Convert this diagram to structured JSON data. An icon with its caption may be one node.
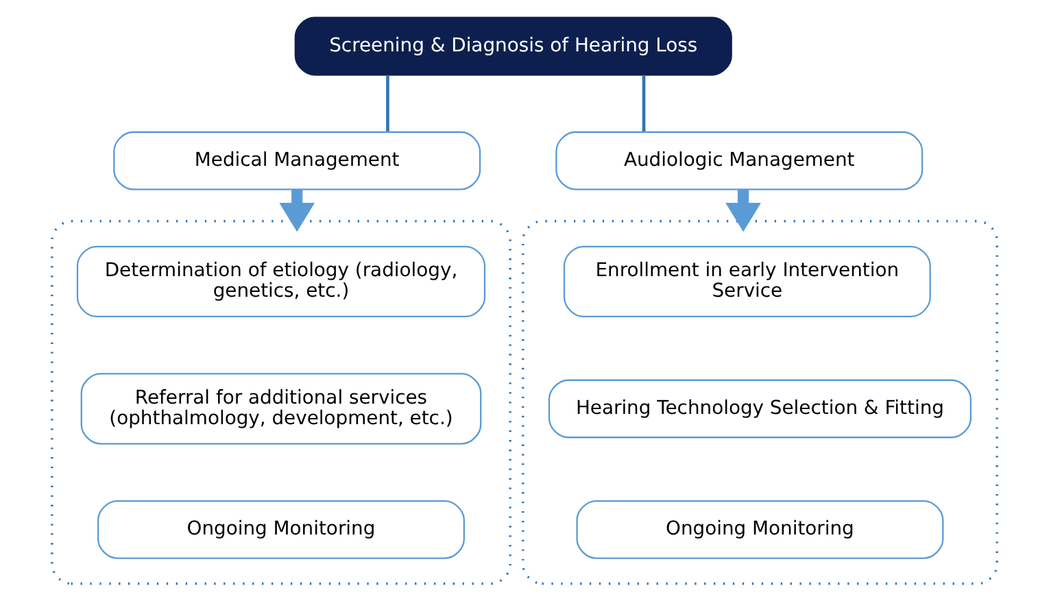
{
  "diagram": {
    "nodes": [
      {
        "text": [
          "Screening & Diagnosis of Hearing Loss"
        ]
      },
      {
        "text": [
          "Medical Management"
        ]
      },
      {
        "text": [
          "Audiologic Management"
        ]
      },
      {
        "text": [],
        "shape": "box"
      },
      {
        "text": [
          "Determination of etiology (radiology, genetics, etc.)"
        ],
        "in": 3
      },
      {
        "text": [
          "Referral for additional services (ophthalmology, development, etc.)"
        ],
        "in": 3
      },
      {
        "text": [
          "Ongoing Monitoring"
        ],
        "in": 3
      },
      {
        "text": [],
        "shape": "box"
      },
      {
        "text": [
          "Enrollment in early Intervention Service"
        ],
        "in": 7
      },
      {
        "text": [
          "Hearing Technology Selection & Fitting"
        ],
        "in": 7
      },
      {
        "text": [
          "Ongoing Monitoring"
        ],
        "in": 7
      }
    ],
    "edges": [
      {
        "from": 0,
        "to": 1,
        "arrow": "none"
      },
      {
        "from": 0,
        "to": 2,
        "arrow": "none"
      },
      {
        "from": 1,
        "to": 3,
        "arrow": "to",
        "style": "thick",
        "color": "#5b9bd5"
      },
      {
        "from": 2,
        "to": 7,
        "arrow": "to",
        "style": "thick",
        "color": "#5b9bd5"
      }
    ]
  }
}
